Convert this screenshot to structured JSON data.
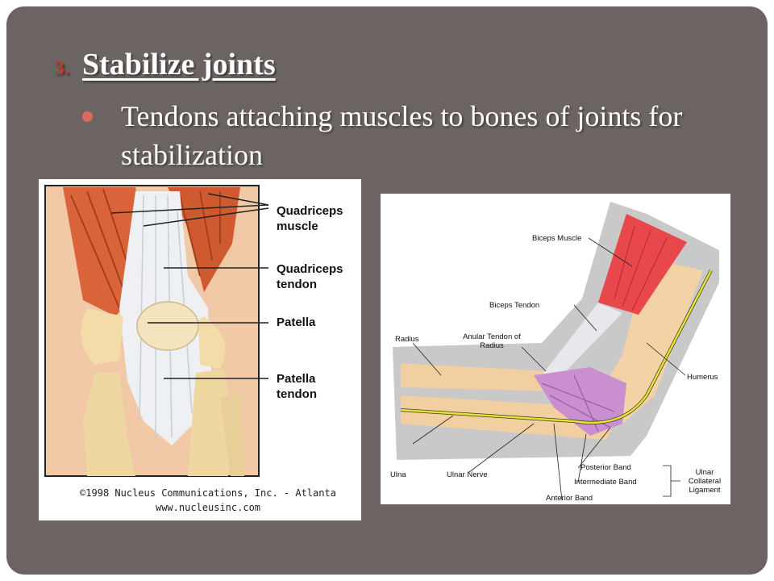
{
  "slide": {
    "heading_number": "3.",
    "heading": "Stabilize joints",
    "bullet": "Tendons attaching muscles to bones of joints for stabilization"
  },
  "knee_figure": {
    "labels": {
      "quadriceps_muscle": "Quadriceps muscle",
      "quadriceps_tendon": "Quadriceps tendon",
      "patella": "Patella",
      "patella_tendon": "Patella tendon"
    },
    "credit_line1": "©1998 Nucleus Communications, Inc. - Atlanta",
    "credit_line2": "www.nucleusinc.com"
  },
  "elbow_figure": {
    "labels": {
      "biceps_muscle": "Biceps Muscle",
      "biceps_tendon": "Biceps Tendon",
      "anular_tendon": "Anular Tendon of Radius",
      "radius": "Radius",
      "humerus": "Humerus",
      "ulna": "Ulna",
      "ulnar_nerve": "Ulnar Nerve",
      "posterior_band": "Posterior Band",
      "intermediate_band": "Intermediate Band",
      "anterior_band": "Anterior Band",
      "ulnar_collateral_ligament": "Ulnar Collateral Ligament"
    }
  },
  "colors": {
    "background": "#6b6462",
    "heading_number": "#c0392b",
    "bullet_dot": "#d96a5c",
    "muscle": "#d9643a",
    "tendon": "#eef0f4",
    "bone": "#f3d8a6",
    "ligament": "#c98fd0",
    "nerve": "#e7e33a"
  }
}
